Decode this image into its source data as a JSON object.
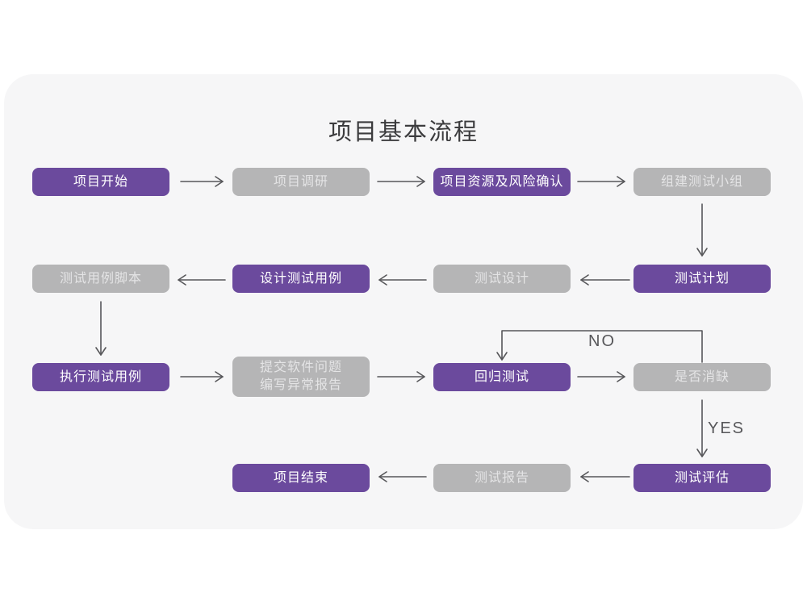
{
  "title": "项目基本流程",
  "colors": {
    "page_bg": "#ffffff",
    "card_bg": "#f6f6f7",
    "purple": "#6b4a9d",
    "gray": "#b5b5b6",
    "text_on_purple": "#ffffff",
    "text_on_gray": "#e4e4e5",
    "arrow": "#57575a",
    "title_color": "#3c3c3e"
  },
  "nodes": [
    {
      "label": "项目开始",
      "variant": "purple"
    },
    {
      "label": "项目调研",
      "variant": "gray"
    },
    {
      "label": "项目资源及风险确认",
      "variant": "purple"
    },
    {
      "label": "组建测试小组",
      "variant": "gray"
    },
    {
      "label": "测试计划",
      "variant": "purple"
    },
    {
      "label": "测试设计",
      "variant": "gray"
    },
    {
      "label": "设计测试用例",
      "variant": "purple"
    },
    {
      "label": "测试用例脚本",
      "variant": "gray"
    },
    {
      "label": "执行测试用例",
      "variant": "purple"
    },
    {
      "label": "提交软件问题\n编写异常报告",
      "variant": "gray"
    },
    {
      "label": "回归测试",
      "variant": "purple"
    },
    {
      "label": "是否消缺",
      "variant": "gray"
    },
    {
      "label": "测试评估",
      "variant": "purple"
    },
    {
      "label": "测试报告",
      "variant": "gray"
    },
    {
      "label": "项目结束",
      "variant": "purple"
    }
  ],
  "edge_labels": {
    "no": "NO",
    "yes": "YES"
  }
}
